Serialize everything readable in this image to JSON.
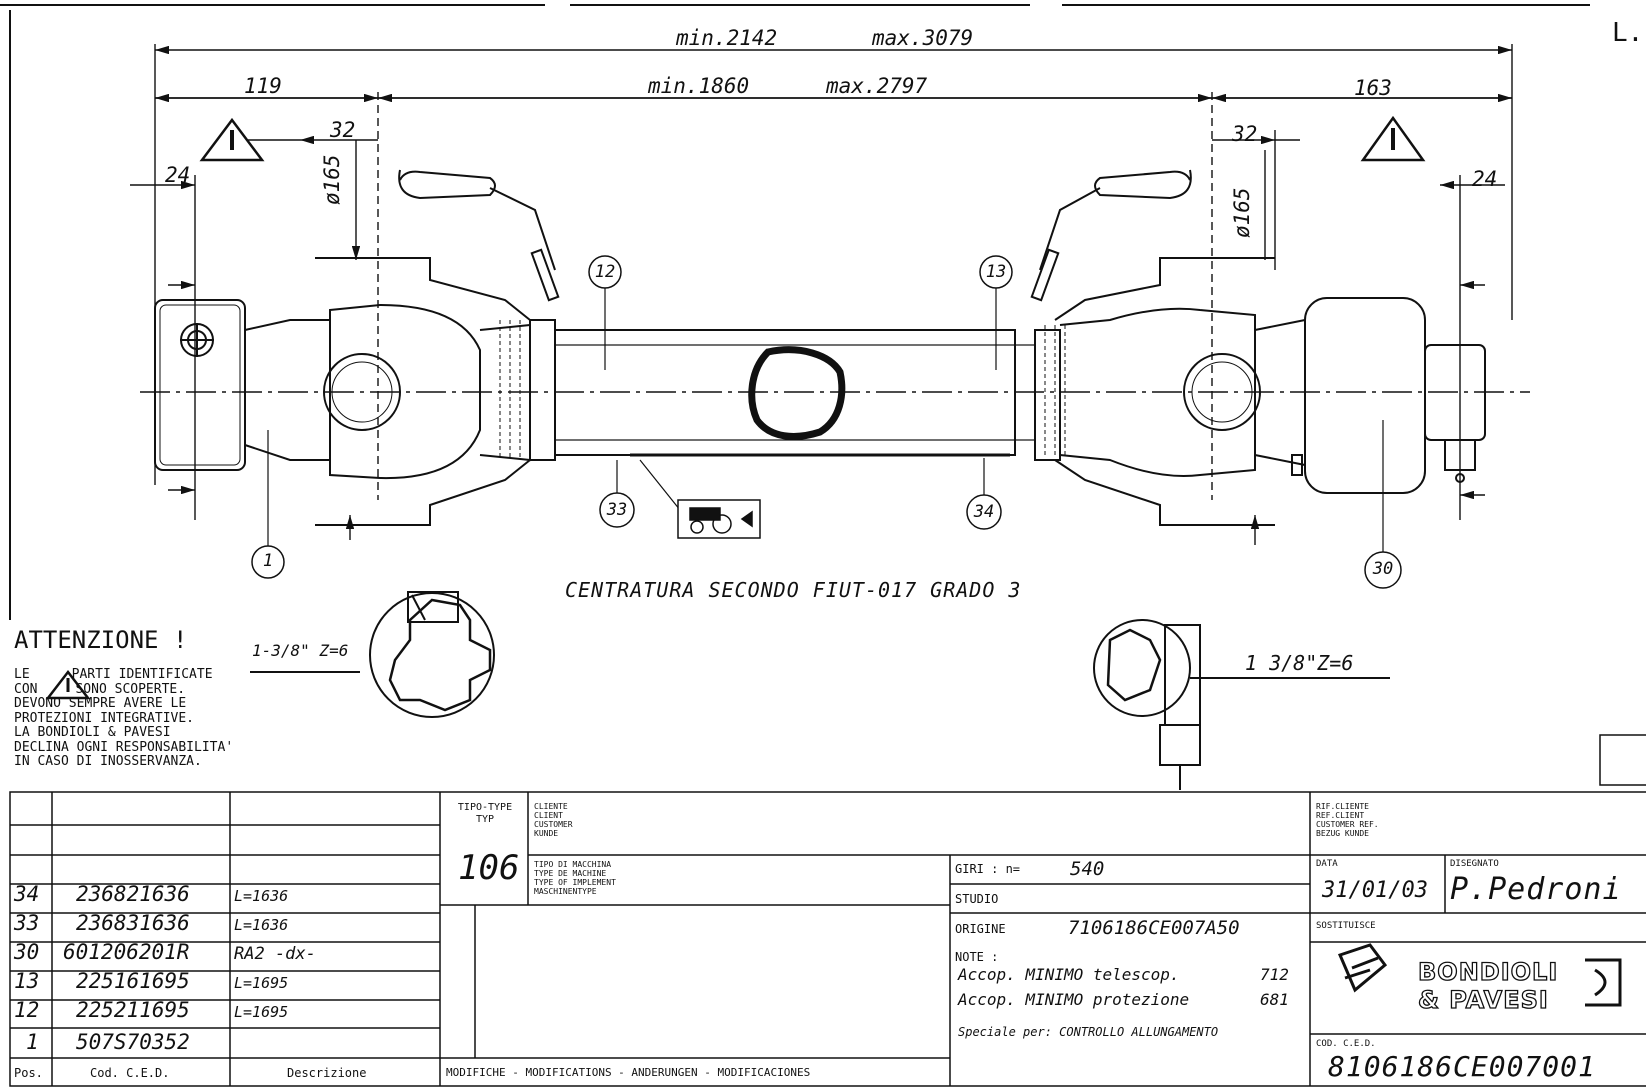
{
  "sheet_mark": "L.",
  "dimensions": {
    "overall_min": "min.2142",
    "overall_max": "max.3079",
    "inner_min": "min.1860",
    "inner_max": "max.2797",
    "left_119": "119",
    "right_163": "163",
    "left_32": "32",
    "right_32": "32",
    "left_24": "24",
    "right_24": "24",
    "left_diam": "ø165",
    "right_diam": "ø165"
  },
  "callouts": {
    "c1": "1",
    "c12": "12",
    "c13": "13",
    "c30": "30",
    "c33": "33",
    "c34": "34"
  },
  "centering_note": "CENTRATURA SECONDO FIUT-017 GRADO 3",
  "spline_left": "1-3/8\" Z=6",
  "spline_right": "1 3/8\"Z=6",
  "warning": {
    "title": "ATTENZIONE !",
    "line1_a": "LE",
    "line1_b": "PARTI IDENTIFICATE",
    "line2_a": "CON",
    "line2_b": "SONO SCOPERTE.",
    "line3": "DEVONO SEMPRE AVERE LE",
    "line4": "PROTEZIONI INTEGRATIVE.",
    "line5": "LA BONDIOLI & PAVESI",
    "line6": "DECLINA OGNI RESPONSABILITA'",
    "line7": "IN CASO DI INOSSERVANZA."
  },
  "parts_table": {
    "rows": [
      {
        "pos": "34",
        "code": "236821636",
        "desc": "L=1636"
      },
      {
        "pos": "33",
        "code": "236831636",
        "desc": "L=1636"
      },
      {
        "pos": "30",
        "code": "601206201R",
        "desc": "RA2 -dx-"
      },
      {
        "pos": "13",
        "code": "225161695",
        "desc": "L=1695"
      },
      {
        "pos": "12",
        "code": "225211695",
        "desc": "L=1695"
      },
      {
        "pos": "1",
        "code": "507S70352",
        "desc": ""
      }
    ],
    "header_pos": "Pos.",
    "header_code": "Cod. C.E.D.",
    "header_desc": "Descrizione"
  },
  "title_block": {
    "tipo_label": "TIPO-TYPE\nTYP",
    "tipo_value": "106",
    "cliente_label": "CLIENTE\nCLIENT\nCUSTOMER\nKUNDE",
    "macchina_label": "TIPO DI MACCHINA\nTYPE DE MACHINE\nTYPE OF IMPLEMENT\nMASCHINENTYPE",
    "giri_label": "GIRI : n=",
    "giri_value": "540",
    "studio_label": "STUDIO",
    "origine_label": "ORIGINE",
    "origine_value": "7106186CE007A50",
    "note_label": "NOTE :",
    "note_line1": "Accop. MINIMO telescop.",
    "note_line1_val": "712",
    "note_line2": "Accop. MINIMO protezione",
    "note_line2_val": "681",
    "note_line3": "Speciale per:  CONTROLLO ALLUNGAMENTO",
    "modifiche": "MODIFICHE - MODIFICATIONS - ANDERUNGEN - MODIFICACIONES",
    "rif_label": "RIF.CLIENTE\nREF.CLIENT\nCUSTOMER REF.\nBEZUG KUNDE",
    "data_label": "DATA",
    "data_value": "31/01/03",
    "disegnato_label": "DISEGNATO",
    "disegnato_value": "P.Pedroni",
    "sostituisce_label": "SOSTITUISCE",
    "brand_line1": "BONDIOLI",
    "brand_line2": "& PAVESI",
    "cod_label": "COD. C.E.D.",
    "cod_value": "8106186CE007001"
  },
  "icons": {
    "warning": "warning-triangle-icon",
    "tractor": "tractor-direction-icon",
    "logo": "bondioli-pavesi-logo"
  }
}
